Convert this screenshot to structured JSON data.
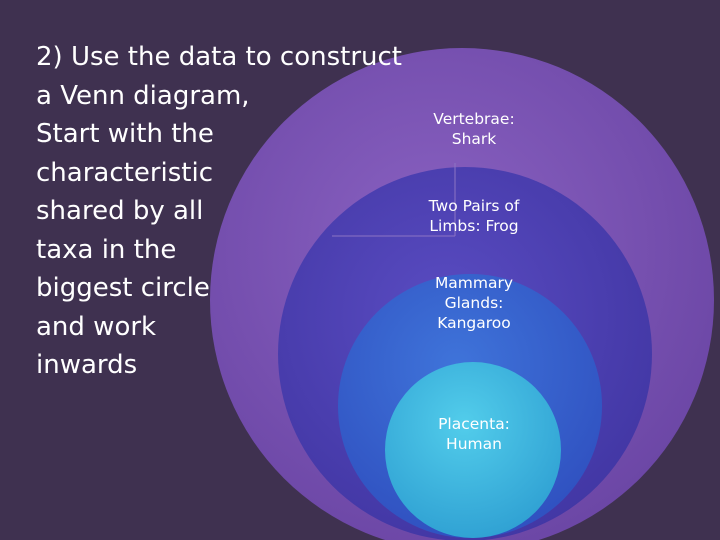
{
  "slide": {
    "instruction_lines": [
      "2) Use the data to construct",
      "a Venn diagram,",
      "Start with the",
      "characteristic",
      "shared by all",
      "taxa in the",
      "biggest circle",
      "and work",
      "inwards"
    ]
  },
  "venn": {
    "circles": [
      {
        "label": "Vertebrae:\nShark",
        "color": "#7a52b0"
      },
      {
        "label": "Two Pairs of\nLimbs: Frog",
        "color": "#4d3fb2"
      },
      {
        "label": "Mammary\nGlands:\nKangaroo",
        "color": "#3863cf"
      },
      {
        "label": "Placenta:\nHuman",
        "color": "#3bb3dd"
      }
    ]
  }
}
